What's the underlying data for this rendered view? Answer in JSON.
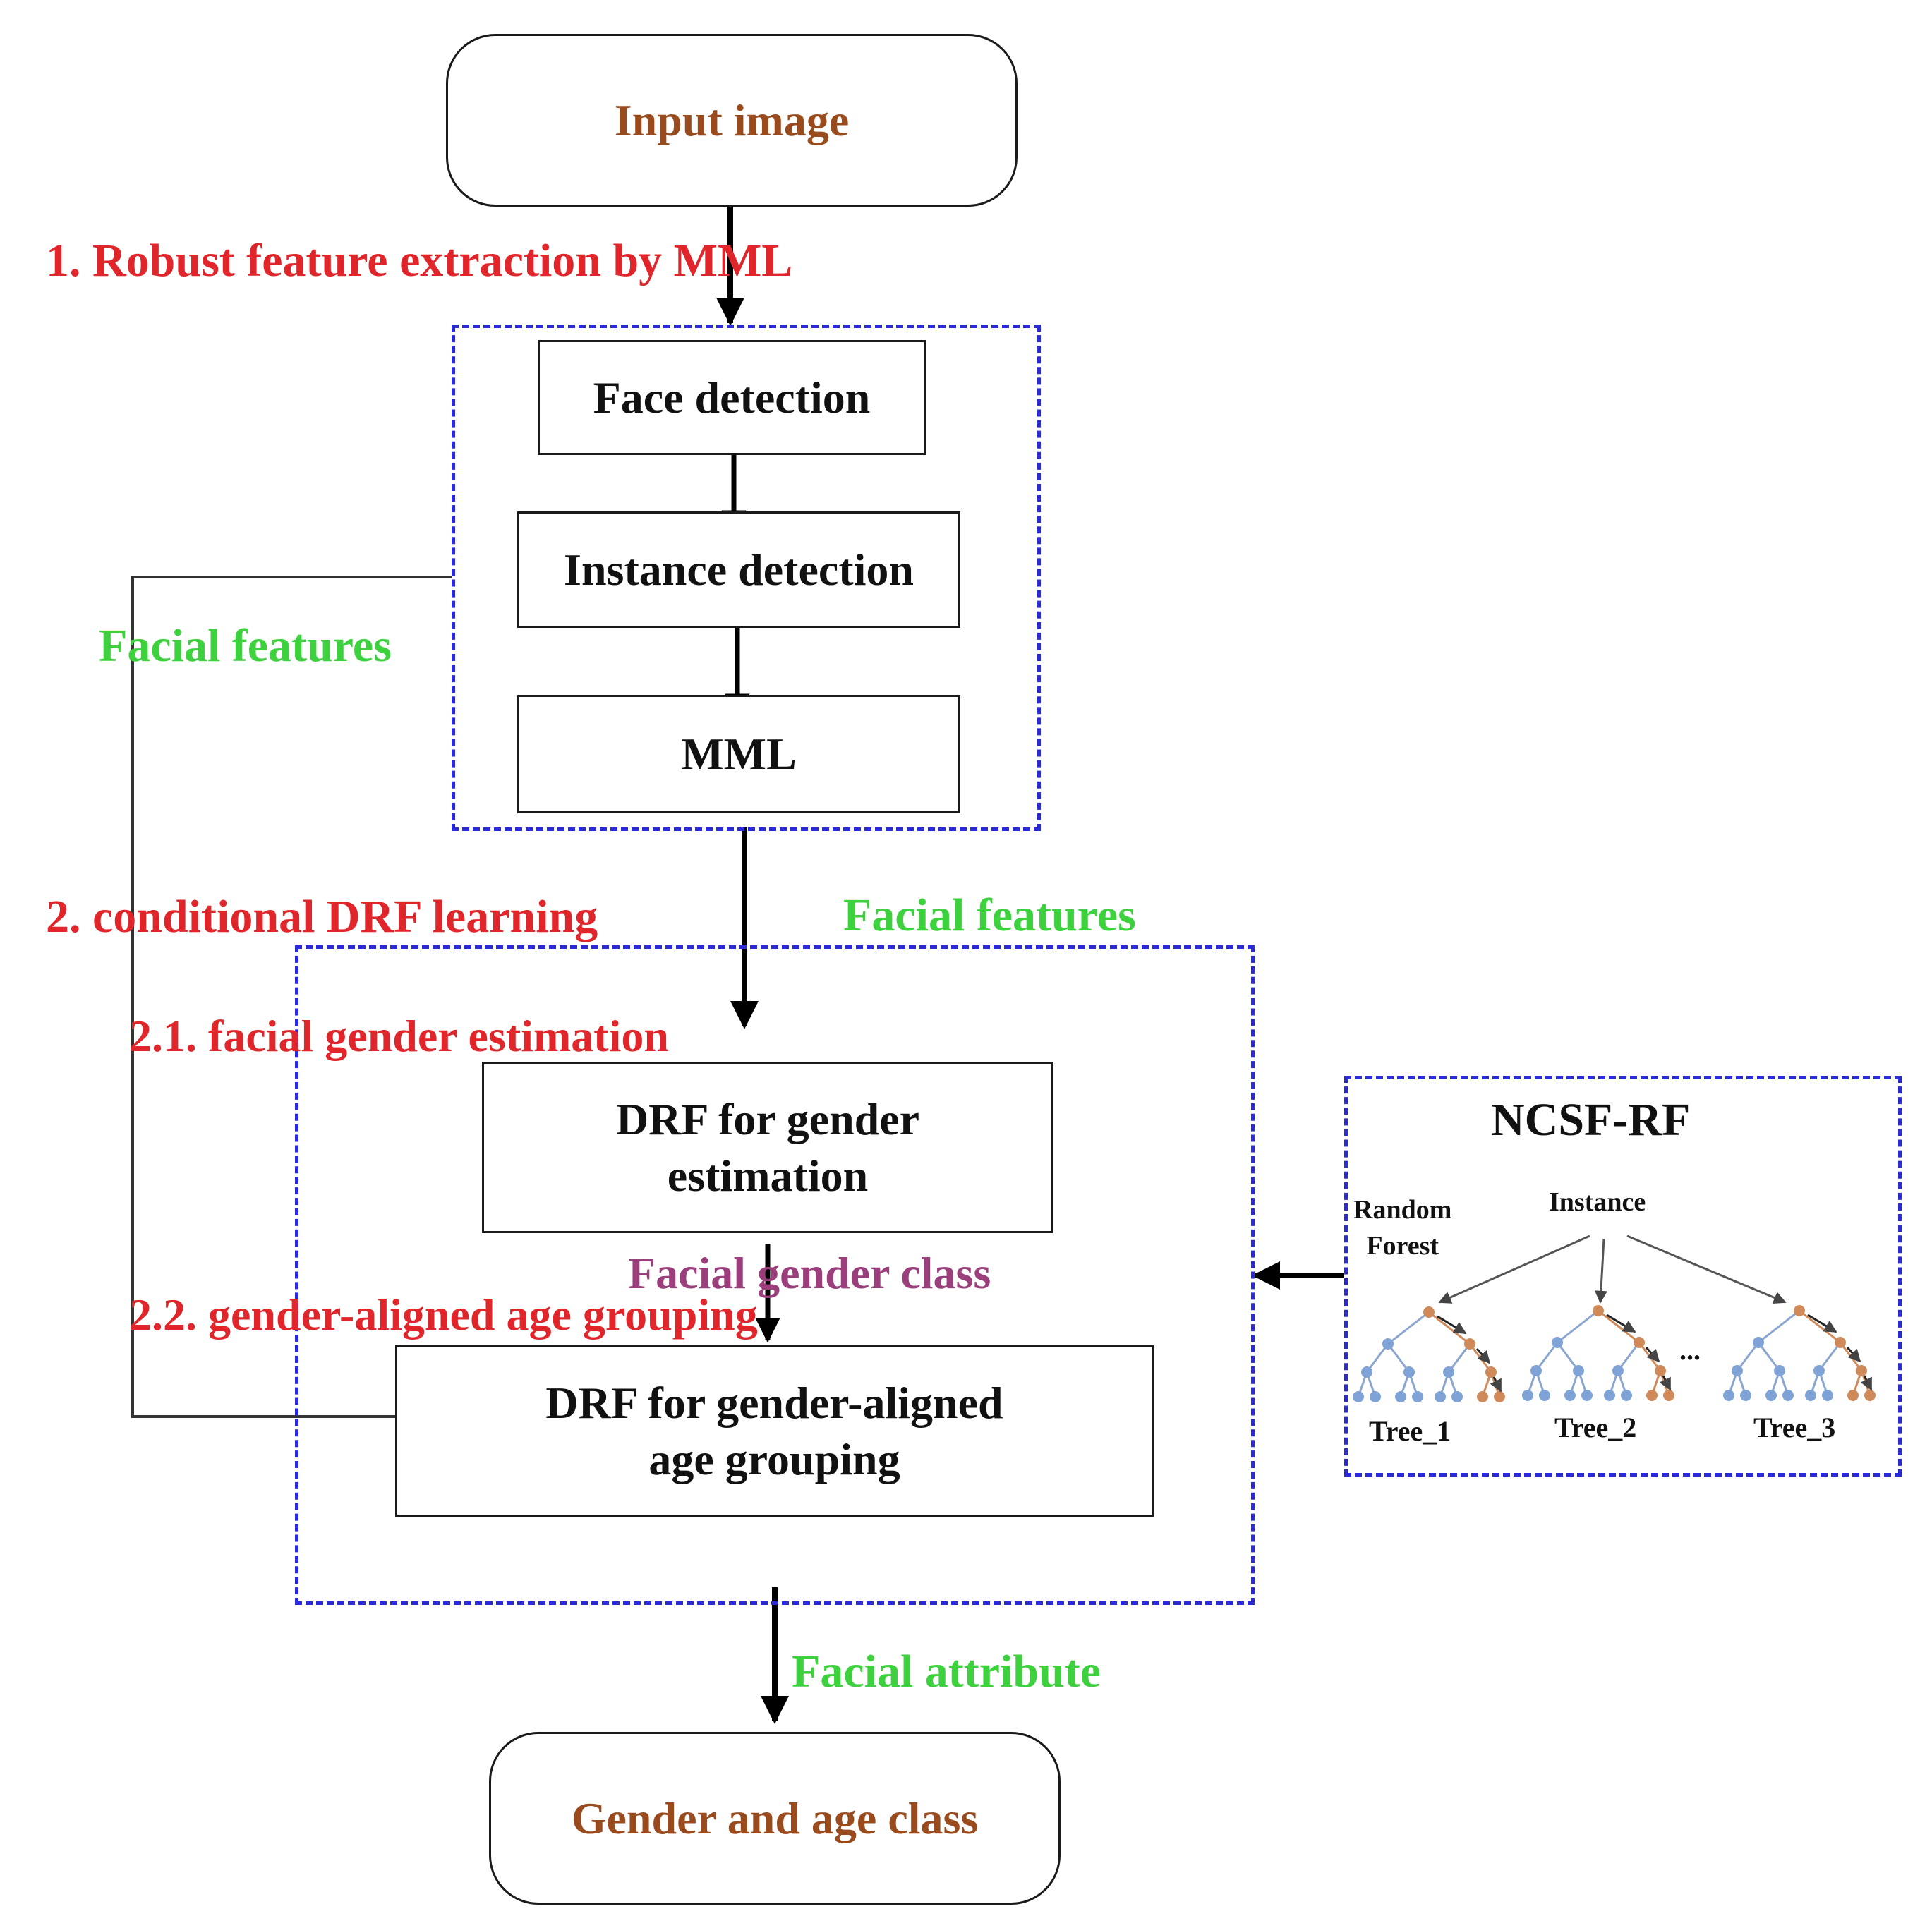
{
  "nodes": {
    "input_image": "Input image",
    "face_detection": "Face detection",
    "instance_detection": "Instance detection",
    "mml": "MML",
    "drf_gender_line1": "DRF for gender",
    "drf_gender_line2": "estimation",
    "drf_age_line1": "DRF for gender-aligned",
    "drf_age_line2": "age grouping",
    "output": "Gender and age class"
  },
  "labels": {
    "step1": "1. Robust feature extraction by MML",
    "step2": "2. conditional DRF learning",
    "step2_1": "2.1. facial gender estimation",
    "step2_2": "2.2. gender-aligned age grouping",
    "facial_features_left": "Facial features",
    "facial_features_right": "Facial features",
    "facial_gender_class": "Facial gender class",
    "facial_attribute": "Facial attribute"
  },
  "forest_panel": {
    "title": "NCSF-RF",
    "random_label_line1": "Random",
    "random_label_line2": "Forest",
    "instance_label": "Instance",
    "ellipsis": "...",
    "trees": [
      "Tree_1",
      "Tree_2",
      "Tree_3"
    ]
  },
  "colors": {
    "step_text": "#e0252b",
    "feature_text": "#3ed13e",
    "gender_class_text": "#9b3f7c",
    "terminal_text": "#9a4b1e",
    "dashed_border": "#2a2ad6",
    "tree_blue_node": "#7fa3d6",
    "tree_orange_node": "#d08a5a"
  }
}
